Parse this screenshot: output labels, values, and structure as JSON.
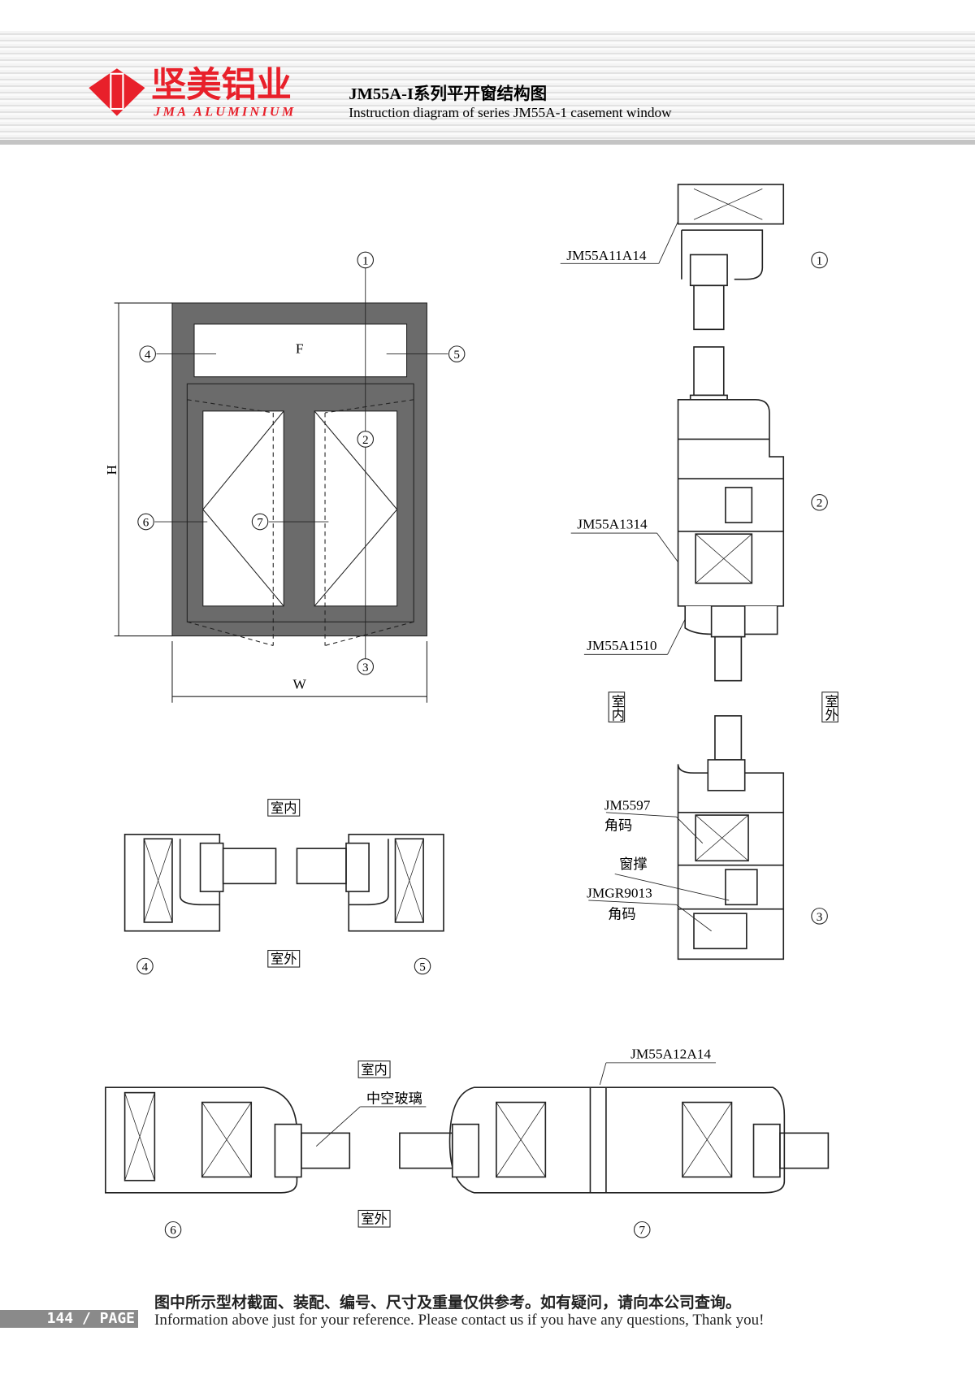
{
  "brand": {
    "name_cn": "坚美铝业",
    "name_en": "JMA ALUMINIUM",
    "color": "#e8202a"
  },
  "title": {
    "cn": "JM55A-I系列平开窗结构图",
    "en": "Instruction diagram of series JM55A-1 casement window"
  },
  "elevation": {
    "fixed_label": "F",
    "height_label": "H",
    "width_label": "W"
  },
  "markers": [
    "1",
    "2",
    "3",
    "4",
    "5",
    "6",
    "7"
  ],
  "labels": {
    "part_top": "JM55A11A14",
    "part_mid": "JM55A1314",
    "part_sash": "JM55A1510",
    "indoor": "室内",
    "outdoor": "室外",
    "part_jm5597": "JM5597",
    "corner1": "角码",
    "mullion": "窗撑",
    "part_jmgr": "JMGR9013",
    "corner2": "角码",
    "part_bottom": "JM55A12A14",
    "glass": "中空玻璃"
  },
  "footer": {
    "page": "144 / PAGE",
    "cn": "图中所示型材截面、装配、编号、尺寸及重量仅供参考。如有疑问，请向本公司查询。",
    "en": "Information above just for your reference. Please contact us if you have any questions, Thank you!"
  }
}
